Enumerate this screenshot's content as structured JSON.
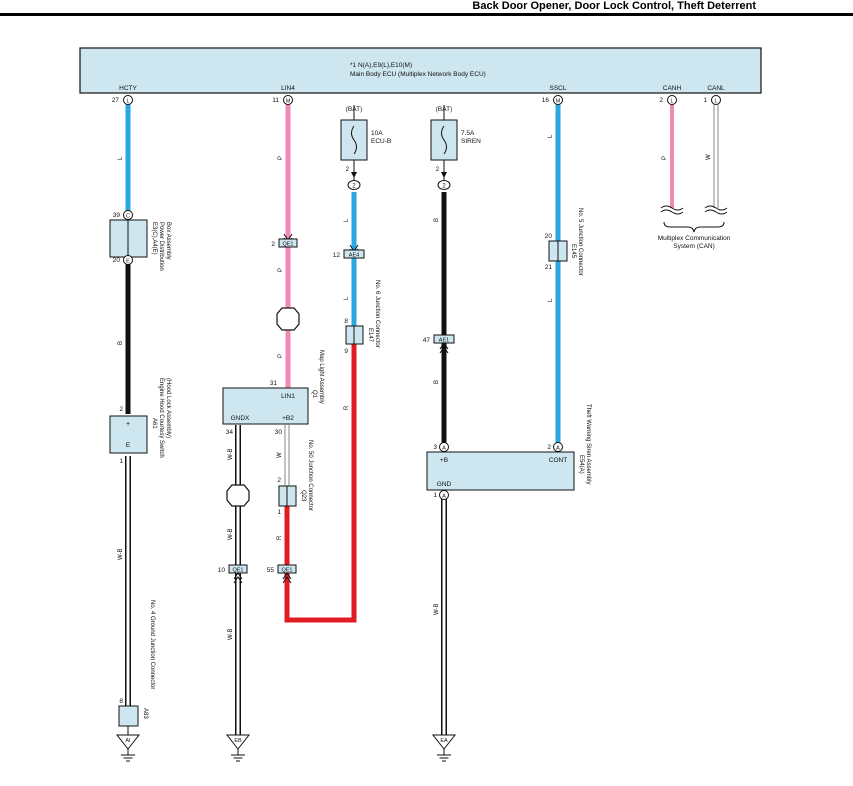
{
  "header": {
    "title": "Back Door Opener, Door Lock Control, Theft Deterrent"
  },
  "ecu": {
    "code": "*1 N(A),E9(L),E10(M)",
    "name": "Main Body ECU (Multiplex Network Body ECU)",
    "pins": [
      {
        "label": "HCTY",
        "num": "27",
        "conn": "L"
      },
      {
        "label": "LIN4",
        "num": "11",
        "conn": "M"
      },
      {
        "label": "SSCL",
        "num": "16",
        "conn": "M"
      },
      {
        "label": "CANH",
        "num": "2",
        "conn": "L"
      },
      {
        "label": "CANL",
        "num": "1",
        "conn": "L"
      }
    ]
  },
  "wire_colors": {
    "blue": "#2aa7e0",
    "pink": "#ee89b8",
    "black": "#111111",
    "red": "#e11b22",
    "white": "#ffffff"
  },
  "fuses": [
    {
      "bat": "(BAT)",
      "rating": "10A",
      "name": "ECU-B",
      "pin": "2"
    },
    {
      "bat": "(BAT)",
      "rating": "7.5A",
      "name": "SIREN",
      "pin": "2"
    }
  ],
  "wire_labels": {
    "l": "L",
    "p": "P",
    "b": "B",
    "wb": "W-B",
    "w": "W",
    "r": "R"
  },
  "components": {
    "e3": {
      "code": "E3(C),A4(E)",
      "name1": "Power Distribution",
      "name2": "Box Assembly",
      "pin_top": "39",
      "conn_top": "C",
      "pin_bottom": "20",
      "conn_bottom": "E"
    },
    "a61": {
      "code": "A61",
      "name1": "Engine Hood Courtesy Switch",
      "name2": "(Hood Lock Assembly)",
      "plus": "+",
      "e": "E",
      "pin2": "2",
      "pin1": "1"
    },
    "a83": {
      "code": "A83",
      "name": "No. 4 Ground Junction Connector",
      "pin": "8"
    },
    "q1": {
      "code": "Q1",
      "name": "Map Light Assembly",
      "lin": "LIN1",
      "gnd": "GNDX",
      "b2": "+B2",
      "pin_lin": "31",
      "pin_gnd": "34",
      "pin_b2": "30"
    },
    "q23": {
      "code": "Q23",
      "name": "No. 50 Junction Connector",
      "pin_top": "2",
      "pin_bottom": "1"
    },
    "e147": {
      "code": "E147",
      "name": "No. 6 Junction Connector",
      "pin_top": "8",
      "pin_bottom": "9"
    },
    "e145": {
      "code": "E145",
      "name": "No. 5 Junction Connector",
      "pin_top": "20",
      "pin_bottom": "21"
    },
    "e54": {
      "code": "E54(A)",
      "name": "Theft Warning Siren Assembly",
      "b": "+B",
      "cont": "CONT",
      "gnd": "GND",
      "pin_b": "3",
      "conn_b": "A",
      "pin_cont": "2",
      "conn_cont": "A",
      "pin_gnd": "1",
      "conn_gnd": "A"
    }
  },
  "connectors": [
    {
      "id": "QE1",
      "pin": "2"
    },
    {
      "id": "AE4",
      "pin": "12"
    },
    {
      "id": "AE1",
      "pin": "47"
    },
    {
      "id": "QE1",
      "pin": "10"
    },
    {
      "id": "QE1",
      "pin": "55"
    }
  ],
  "grounds": [
    "AI",
    "EB",
    "EA"
  ],
  "can_note": {
    "line1": "Multiplex Communication",
    "line2": "System (CAN)"
  }
}
